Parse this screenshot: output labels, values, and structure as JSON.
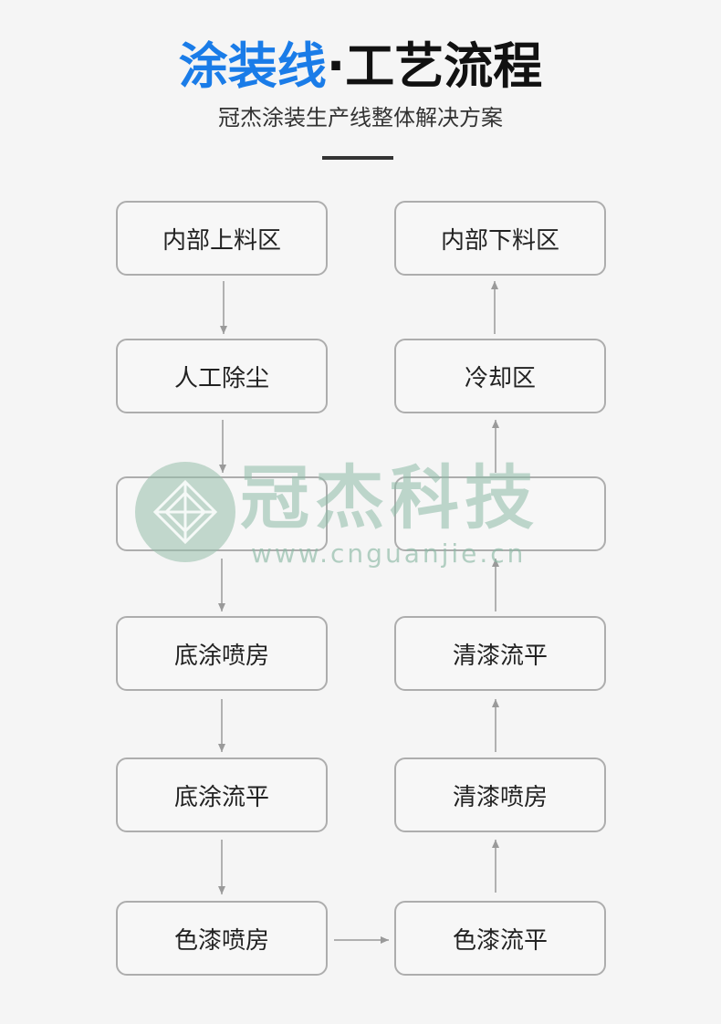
{
  "header": {
    "title_accent": "涂装线",
    "title_dot": "·",
    "title_rest": "工艺流程",
    "subtitle": "冠杰涂装生产线整体解决方案"
  },
  "colors": {
    "accent": "#1a7ce8",
    "title_dark": "#111111",
    "box_border": "#adadad",
    "arrow": "#9a9a9a",
    "watermark": "#8cb9a5"
  },
  "flow": {
    "left": [
      "内部上料区",
      "人工除尘",
      "",
      "底涂喷房",
      "底涂流平",
      "色漆喷房"
    ],
    "right": [
      "内部下料区",
      "冷却区",
      "",
      "清漆流平",
      "清漆喷房",
      "色漆流平"
    ]
  },
  "watermark": {
    "brand": "冠杰科技",
    "url": "www.cnguanjie.cn",
    "logo_icon": "cube-logo-icon"
  }
}
